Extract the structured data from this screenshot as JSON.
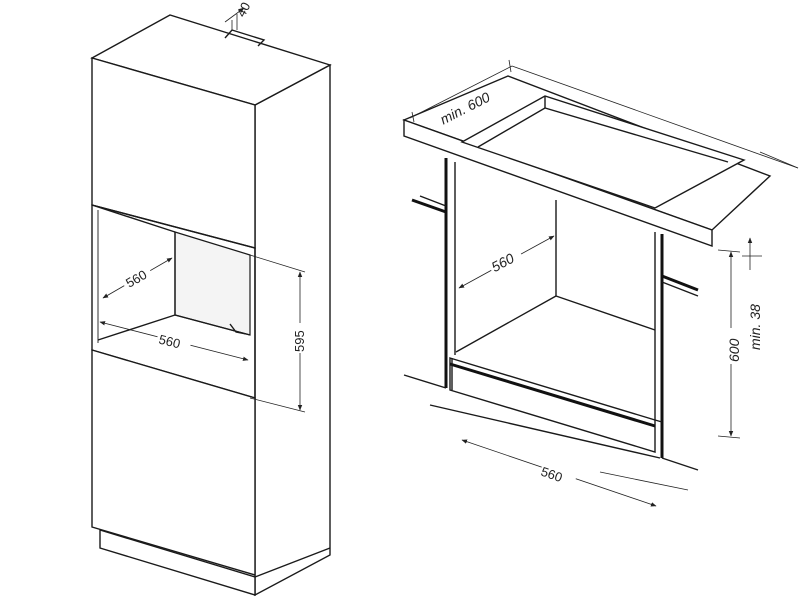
{
  "left_diagram": {
    "dims": {
      "top_cutout": "40",
      "niche_depth": "560",
      "niche_width": "560",
      "niche_height": "595"
    }
  },
  "right_diagram": {
    "dims": {
      "top_depth": "min. 600",
      "inner_depth": "560",
      "gap": "min. 38",
      "height": "600",
      "width": "560"
    }
  }
}
